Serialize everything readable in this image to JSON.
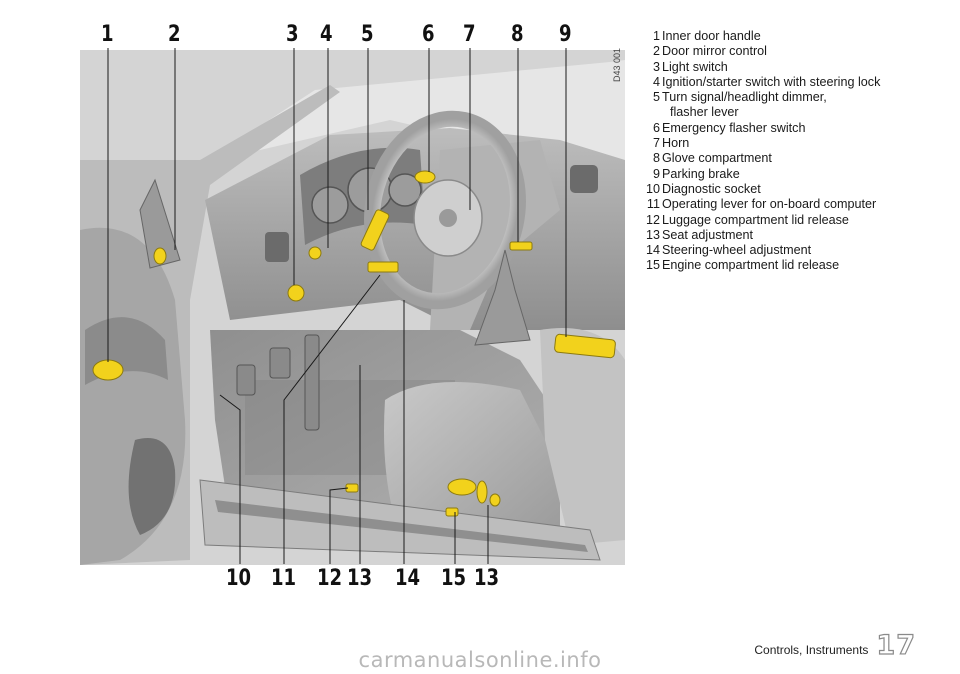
{
  "figure": {
    "image_code": "D43 001",
    "top_callouts": [
      "1",
      "2",
      "3",
      "4",
      "5",
      "6",
      "7",
      "8",
      "9"
    ],
    "bottom_callouts": [
      "10",
      "11",
      "12",
      "13",
      "14",
      "15",
      "13"
    ]
  },
  "legend": [
    {
      "n": "1",
      "text": "Inner door handle"
    },
    {
      "n": "2",
      "text": "Door mirror control"
    },
    {
      "n": "3",
      "text": "Light switch"
    },
    {
      "n": "4",
      "text": "Ignition/starter switch with steering lock"
    },
    {
      "n": "5",
      "text": "Turn signal/headlight dimmer,"
    },
    {
      "n": "",
      "text": "flasher lever"
    },
    {
      "n": "6",
      "text": "Emergency flasher switch"
    },
    {
      "n": "7",
      "text": "Horn"
    },
    {
      "n": "8",
      "text": "Glove compartment"
    },
    {
      "n": "9",
      "text": "Parking brake"
    },
    {
      "n": "10",
      "text": "Diagnostic socket"
    },
    {
      "n": "11",
      "text": "Operating lever for on-board computer"
    },
    {
      "n": "12",
      "text": "Luggage compartment lid release"
    },
    {
      "n": "13",
      "text": "Seat adjustment"
    },
    {
      "n": "14",
      "text": "Steering-wheel adjustment"
    },
    {
      "n": "15",
      "text": "Engine compartment lid release"
    }
  ],
  "footer": {
    "section": "Controls, Instruments",
    "page": "17"
  },
  "watermark": "carmanualsonline.info",
  "colors": {
    "highlight": "#f2d21c",
    "shade_dark": "#7a7a7a",
    "shade_mid": "#a9a9a9",
    "shade_light": "#d2d2d2"
  }
}
